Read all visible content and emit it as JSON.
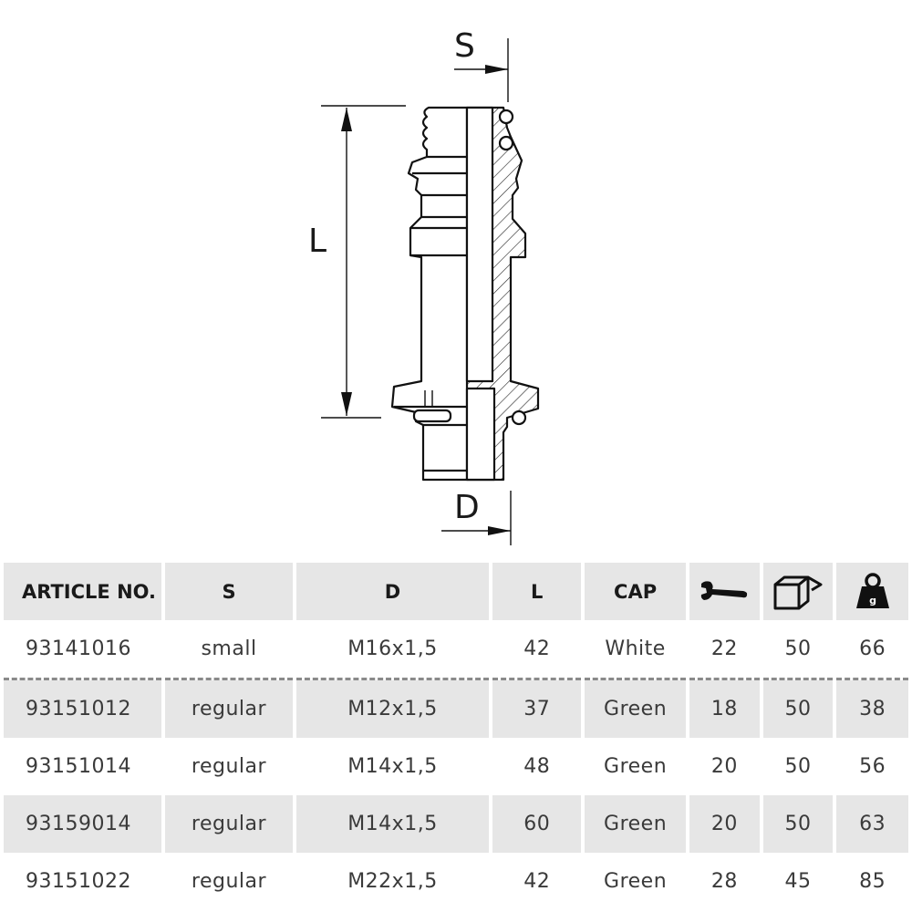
{
  "drawing": {
    "label_s": "S",
    "label_l": "L",
    "label_d": "D"
  },
  "table": {
    "headers": {
      "article": "ARTICLE NO.",
      "s": "S",
      "d": "D",
      "l": "L",
      "cap": "CAP",
      "wrench_icon": "wrench-icon",
      "box_icon": "box-icon",
      "weight_icon": "weight-icon"
    },
    "rows": [
      {
        "article": "93141016",
        "s": "small",
        "d": "M16x1,5",
        "l": "42",
        "cap": "White",
        "wrench": "22",
        "pack": "50",
        "weight": "66"
      },
      {
        "article": "93151012",
        "s": "regular",
        "d": "M12x1,5",
        "l": "37",
        "cap": "Green",
        "wrench": "18",
        "pack": "50",
        "weight": "38"
      },
      {
        "article": "93151014",
        "s": "regular",
        "d": "M14x1,5",
        "l": "48",
        "cap": "Green",
        "wrench": "20",
        "pack": "50",
        "weight": "56"
      },
      {
        "article": "93159014",
        "s": "regular",
        "d": "M14x1,5",
        "l": "60",
        "cap": "Green",
        "wrench": "20",
        "pack": "50",
        "weight": "63"
      },
      {
        "article": "93151022",
        "s": "regular",
        "d": "M22x1,5",
        "l": "42",
        "cap": "Green",
        "wrench": "28",
        "pack": "45",
        "weight": "85"
      }
    ]
  }
}
